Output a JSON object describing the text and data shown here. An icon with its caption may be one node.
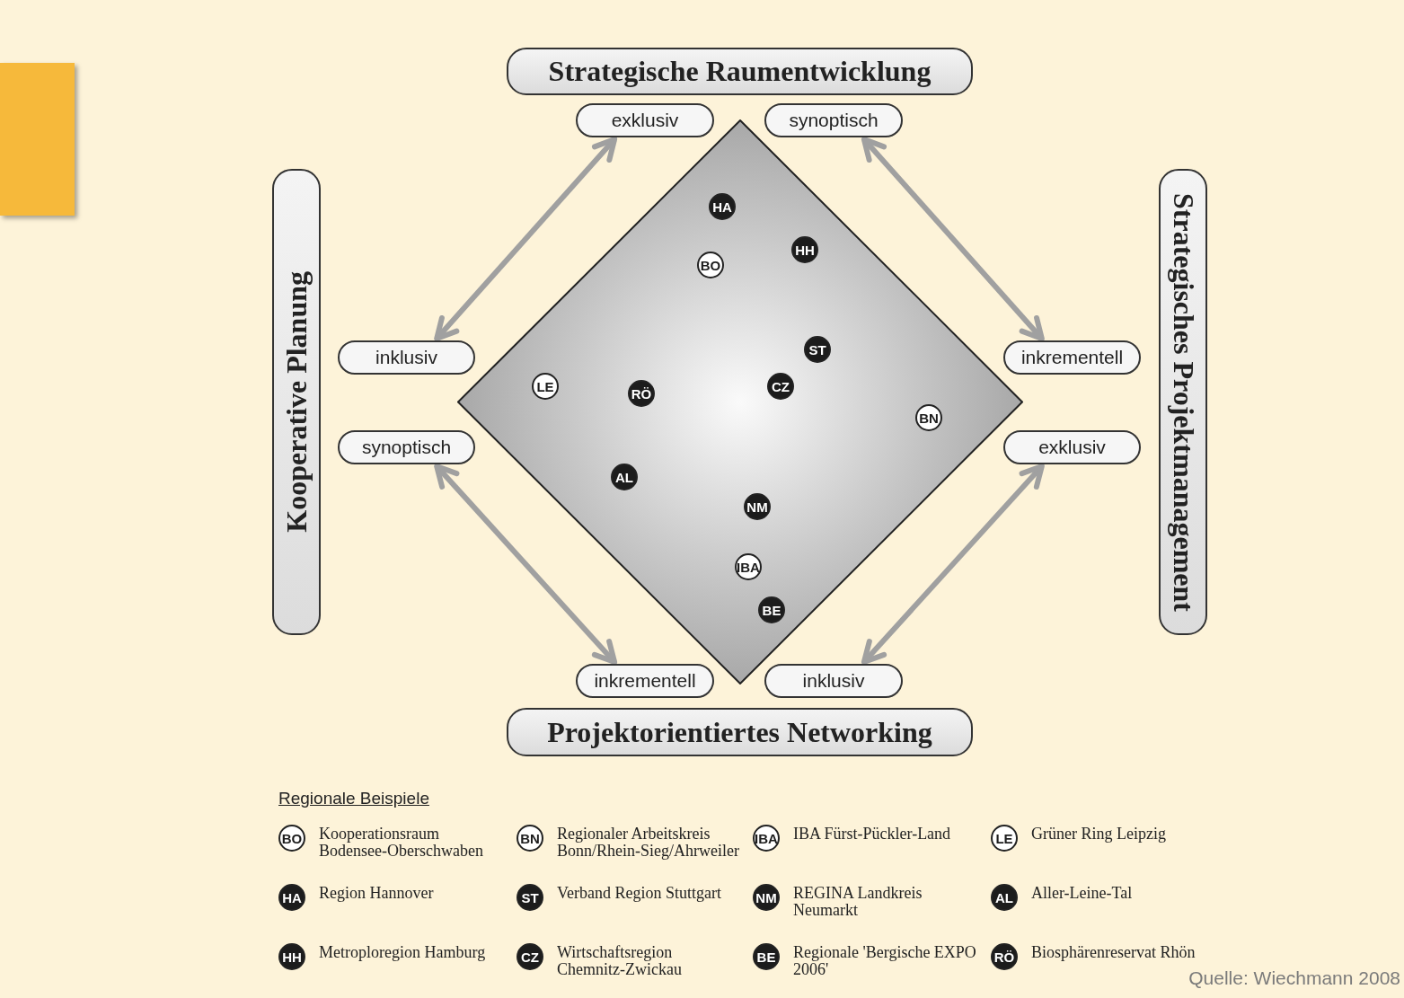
{
  "diagram": {
    "caption": "Quelle: Wiechmann 2008",
    "nodes": [
      {
        "text": [
          "Strategische Raumentwicklung"
        ]
      },
      {
        "text": [
          "exklusiv"
        ]
      },
      {
        "text": [
          "synoptisch"
        ]
      },
      {
        "text": [
          "Kooperative Planung"
        ]
      },
      {
        "text": [
          "inklusiv"
        ]
      },
      {
        "text": [
          "synoptisch"
        ]
      },
      {
        "text": [],
        "shape": "diamond"
      },
      {
        "text": [
          "HA"
        ],
        "in": 6
      },
      {
        "text": [
          "HH"
        ],
        "in": 6
      },
      {
        "text": [
          "BO"
        ],
        "in": 6
      },
      {
        "text": [
          "ST"
        ],
        "in": 6
      },
      {
        "text": [
          "CZ"
        ],
        "in": 6
      },
      {
        "text": [
          "LE"
        ],
        "in": 6
      },
      {
        "text": [
          "RÖ"
        ],
        "in": 6
      },
      {
        "text": [
          "BN"
        ],
        "in": 6
      },
      {
        "text": [
          "AL"
        ],
        "in": 6
      },
      {
        "text": [
          "NM"
        ],
        "in": 6
      },
      {
        "text": [
          "IBA"
        ],
        "in": 6
      },
      {
        "text": [
          "BE"
        ],
        "in": 6
      },
      {
        "text": [
          "Strategisches Projektmanagement"
        ]
      },
      {
        "text": [
          "inkrementell"
        ]
      },
      {
        "text": [
          "exklusiv"
        ]
      },
      {
        "text": [
          "inkrementell"
        ]
      },
      {
        "text": [
          "inklusiv"
        ]
      },
      {
        "text": [
          "Projektorientiertes Networking"
        ]
      },
      {
        "text": [
          "BO"
        ]
      },
      {
        "text": [
          "BN"
        ]
      },
      {
        "text": [
          "IBA"
        ]
      },
      {
        "text": [
          "LE"
        ]
      },
      {
        "text": [
          "HA"
        ]
      },
      {
        "text": [
          "ST"
        ]
      },
      {
        "text": [
          "NM"
        ]
      },
      {
        "text": [
          "AL"
        ]
      },
      {
        "text": [
          "HH"
        ]
      },
      {
        "text": [
          "CZ"
        ]
      },
      {
        "text": [
          "BE"
        ]
      },
      {
        "text": [
          "RÖ"
        ]
      }
    ],
    "edges": [
      {
        "from": 1,
        "to": 4,
        "arrow": "both"
      },
      {
        "from": 2,
        "to": 20,
        "arrow": "both"
      },
      {
        "from": 5,
        "to": 22,
        "arrow": "both"
      },
      {
        "from": 21,
        "to": 23,
        "arrow": "both"
      }
    ],
    "labels": [
      "Regionale Beispiele"
    ],
    "legend": [
      {
        "text": "Kooperationsraum Bodensee-Oberschwaben"
      },
      {
        "text": "Regionaler Arbeitskreis Bonn/Rhein-Sieg/Ahrweiler"
      },
      {
        "text": "IBA Fürst-Pückler-Land"
      },
      {
        "text": "Grüner Ring Leipzig"
      },
      {
        "text": "Region Hannover"
      },
      {
        "text": "Verband Region Stuttgart"
      },
      {
        "text": "REGINA Landkreis Neumarkt"
      },
      {
        "text": "Aller-Leine-Tal"
      },
      {
        "text": "Metroploregion Hamburg"
      },
      {
        "text": "Wirtschaftsregion Chemnitz-Zwickau"
      },
      {
        "text": "Regionale 'Bergische EXPO 2006'"
      },
      {
        "text": "Biosphärenreservat Rhön"
      }
    ]
  }
}
